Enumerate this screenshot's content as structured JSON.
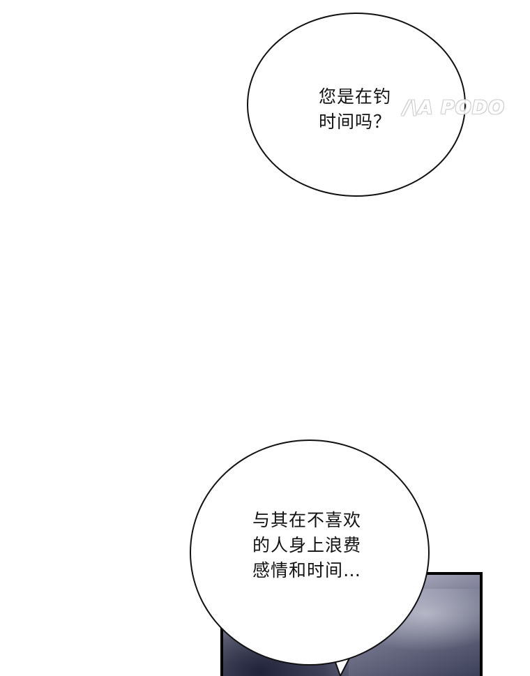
{
  "bubbles": {
    "top": {
      "lines": [
        "您是在钓",
        "时间吗？"
      ]
    },
    "bottom": {
      "lines": [
        "与其在不喜欢",
        "的人身上浪费",
        "感情和时间…"
      ]
    }
  },
  "watermark": {
    "text": "/\\A PODO"
  },
  "colors": {
    "background": "#ffffff",
    "bubble_outline": "#111111",
    "panel_border": "#000000",
    "panel_tone": "#8d8fa6"
  }
}
